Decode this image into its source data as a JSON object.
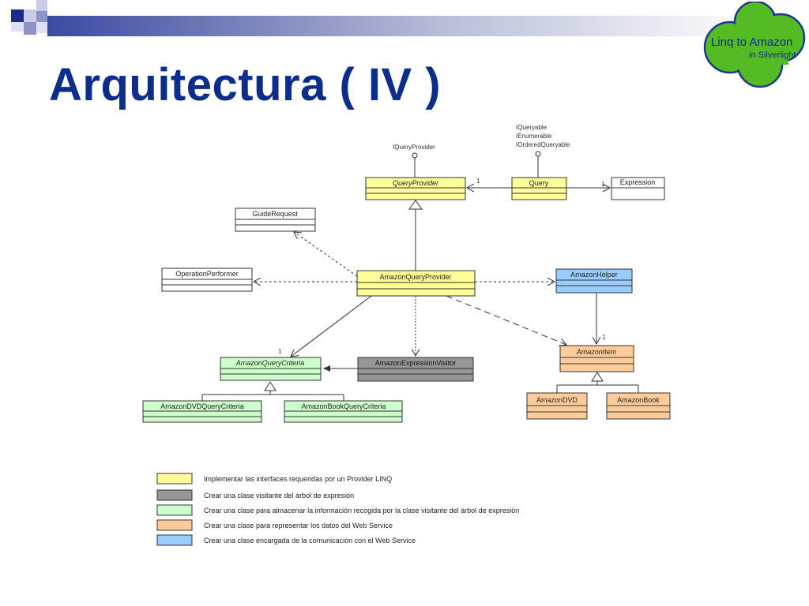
{
  "slide": {
    "title": "Arquitectura ( IV )"
  },
  "logo": {
    "line1": "Linq to Amazon",
    "line2": "in Silverlight"
  },
  "colors": {
    "title": "#0b2e8c",
    "yellow": "#ffff99",
    "gray": "#969696",
    "green": "#ccffcc",
    "orange": "#ffcc99",
    "blue": "#99ccff",
    "logo_green": "#55bb22"
  },
  "diagram": {
    "interfaces": {
      "iqueryprovider": "IQueryProvider",
      "iqueryable": "IQueryable",
      "ienumerable": "IEnumerable",
      "iorderedqueryable": "IOrderedQueryable"
    },
    "classes": {
      "query_provider": "QueryProvider",
      "query": "Query",
      "expression": "Expression",
      "guide_request": "GuideRequest",
      "operation_performer": "OperationPerformer",
      "amazon_query_provider": "AmazonQueryProvider",
      "amazon_helper": "AmazonHelper",
      "amazon_query_criteria": "AmazonQueryCriteria",
      "amazon_expression_visitor": "AmazonExpressionVisitor",
      "amazon_item": "AmazonItem",
      "amazon_dvd_query_criteria": "AmazonDVDQueryCriteria",
      "amazon_book_query_criteria": "AmazonBookQueryCriteria",
      "amazon_dvd": "AmazonDVD",
      "amazon_book": "AmazonBook"
    },
    "multiplicities": {
      "query_to_provider": "1",
      "query_to_expression": "1",
      "helper_to_item": "1",
      "provider_to_criteria": "1"
    }
  },
  "legend": [
    {
      "color": "#ffff99",
      "text": "Implementar las interfaces requeridas por un Provider LINQ"
    },
    {
      "color": "#969696",
      "text": "Crear una clase visitante del árbol de expresión"
    },
    {
      "color": "#ccffcc",
      "text": "Crear una clase para almacenar la información recogida por la clase visitante del árbol de expresión"
    },
    {
      "color": "#ffcc99",
      "text": "Crear una clase para representar los datos del Web Service"
    },
    {
      "color": "#99ccff",
      "text": "Crear una clase encargada de la comunicación con el Web Service"
    }
  ]
}
